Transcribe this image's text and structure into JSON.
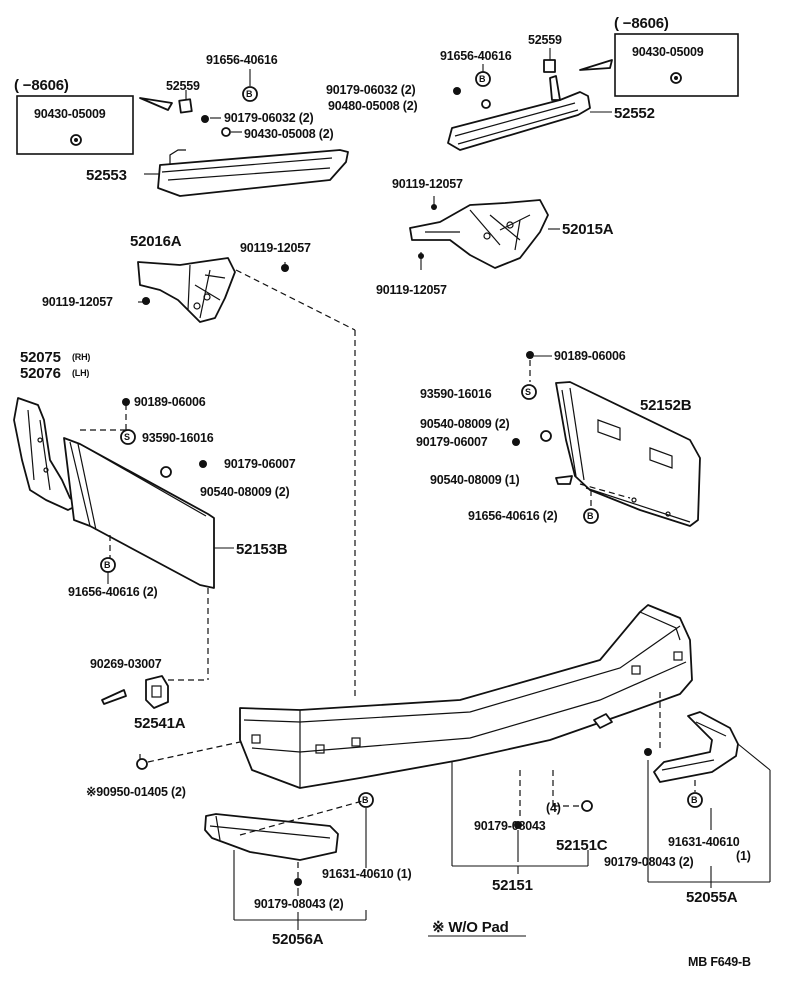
{
  "parts": {
    "p52559_left": "52559",
    "p91656_top_left": "91656-40616",
    "p8606_left": "(       −8606)",
    "p90430_left": "90430-05009",
    "p90179_06032_left": "90179-06032 (2)",
    "p90430_05008_left": "90430-05008 (2)",
    "p52553": "52553",
    "p52559_right": "52559",
    "p8606_right": "(       −8606)",
    "p91656_top_right": "91656-40616",
    "p90430_right": "90430-05009",
    "p90179_06032_right": "90179-06032 (2)",
    "p90480_05008_right": "90480-05008 (2)",
    "p52552": "52552",
    "p90119_top_right": "90119-12057",
    "p52015A": "52015A",
    "p90119_bottom_right": "90119-12057",
    "p52016A": "52016A",
    "p90119_mid_left_a": "90119-12057",
    "p90119_mid_left_b": "90119-12057",
    "p52075": "52075",
    "p52075_sfx": "(RH)",
    "p52076": "52076",
    "p52076_sfx": "(LH)",
    "p90189_left": "90189-06006",
    "p93590_left": "93590-16016",
    "p90179_06007_left": "90179-06007",
    "p90540_left": "90540-08009 (2)",
    "p52153B": "52153B",
    "p91656_bottom_left": "91656-40616 (2)",
    "p90189_right": "90189-06006",
    "p93590_right": "93590-16016",
    "p52152B": "52152B",
    "p90540_right_a": "90540-08009 (2)",
    "p90179_06007_right": "90179-06007",
    "p90540_right_b": "90540-08009 (1)",
    "p91656_right": "91656-40616 (2)",
    "p90269": "90269-03007",
    "p52541A": "52541A",
    "p90950": "※90950-01405 (2)",
    "p90179_08043_mid": "90179-08043",
    "p4": "(4)",
    "p52151C": "52151C",
    "p52151": "52151",
    "p91631_left": "91631-40610 (1)",
    "p90179_08043_left": "90179-08043 (2)",
    "p52056A": "52056A",
    "p91631_right": "91631-40610",
    "p91631_right_qty": "(1)",
    "p90179_08043_right": "90179-08043 (2)",
    "p52055A": "52055A"
  },
  "note": "※ W/O Pad",
  "footer": "MB  F649-B",
  "markers": {
    "b": "B",
    "s": "S"
  }
}
